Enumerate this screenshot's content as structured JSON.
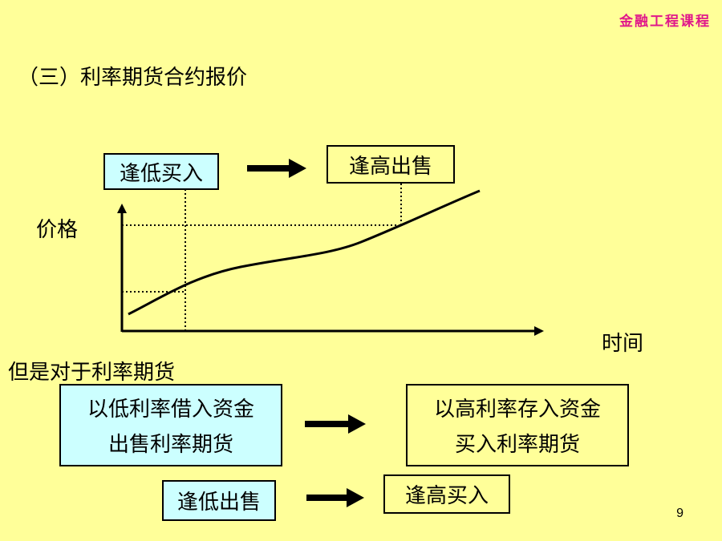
{
  "header": {
    "course": "金融工程课程"
  },
  "title": "（三）利率期货合约报价",
  "chart": {
    "box_buy": "逢低买入",
    "box_sell": "逢高出售",
    "ylabel": "价格",
    "xlabel": "时间"
  },
  "section2": {
    "intro": "但是对于利率期货",
    "left_box": {
      "line1": "以低利率借入资金",
      "line2": "出售利率期货"
    },
    "right_box": {
      "line1": "以高利率存入资金",
      "line2": "买入利率期货"
    },
    "bottom_left": "逢低出售",
    "bottom_right": "逢高买入"
  },
  "page_number": "9",
  "colors": {
    "background": "#FFFF99",
    "box_fill": "#CCFFFF",
    "header_text": "#E0188A"
  }
}
